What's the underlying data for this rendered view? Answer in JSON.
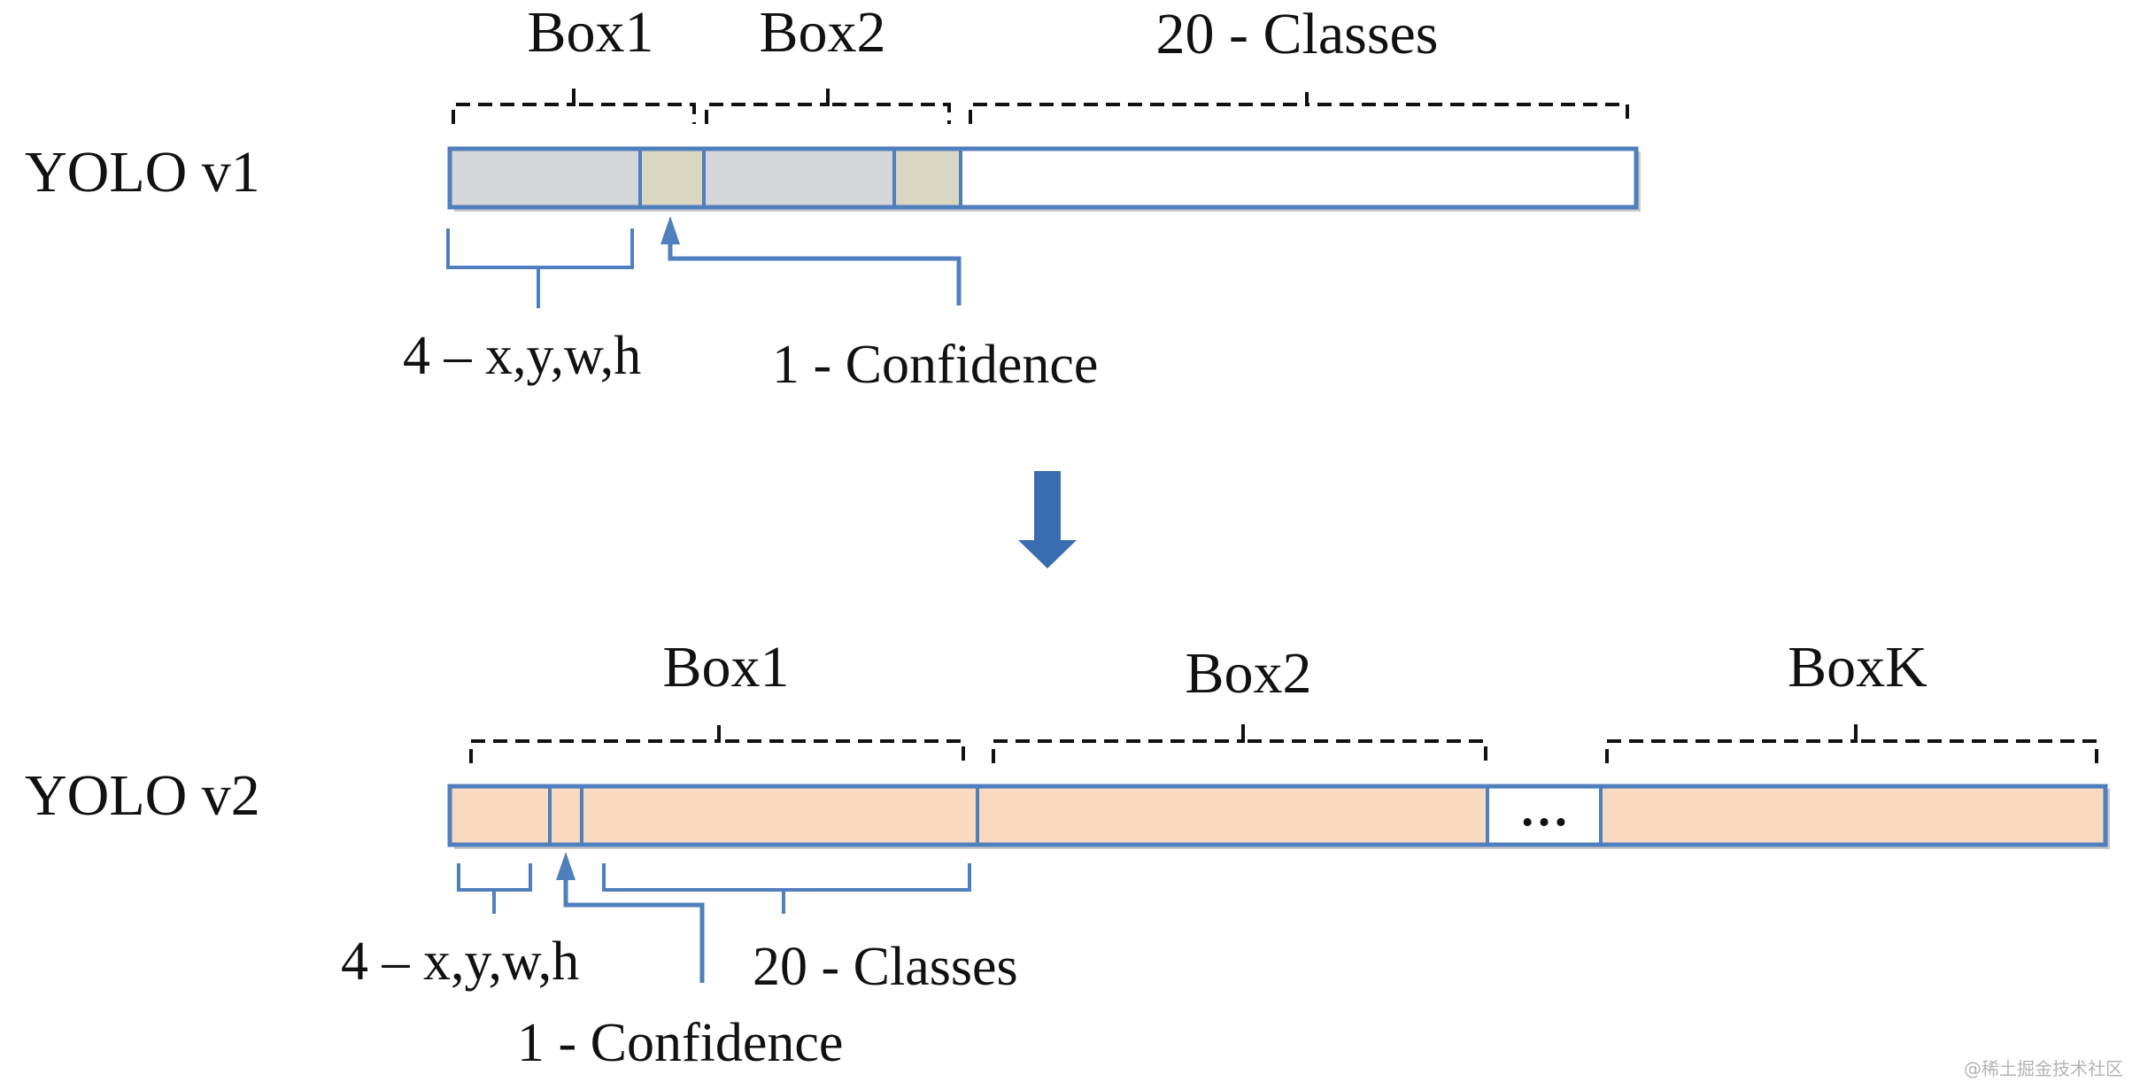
{
  "yolo_v1": {
    "row_label": "YOLO v1",
    "group_box1": "Box1",
    "group_box2": "Box2",
    "group_classes": "20 - Classes",
    "coords_label": "4 – x,y,w,h",
    "confidence_label": "1 - Confidence"
  },
  "yolo_v2": {
    "row_label": "YOLO v2",
    "group_box1": "Box1",
    "group_box2": "Box2",
    "group_boxk": "BoxK",
    "ellipsis": "…",
    "coords_label": "4 – x,y,w,h",
    "classes_label": "20 - Classes",
    "confidence_label": "1 - Confidence"
  },
  "watermark": "@稀土掘金技术社区",
  "colors": {
    "outline_blue": "#4f7fbc",
    "arrow_blue": "#3a6db0",
    "coord_gray": "#d5d6d7",
    "confidence_khaki": "#d9d7c1",
    "v2_peach": "#fad9c1"
  },
  "icons": {
    "transition": "down-arrow-icon",
    "confidence_pointer": "up-arrow-icon"
  }
}
